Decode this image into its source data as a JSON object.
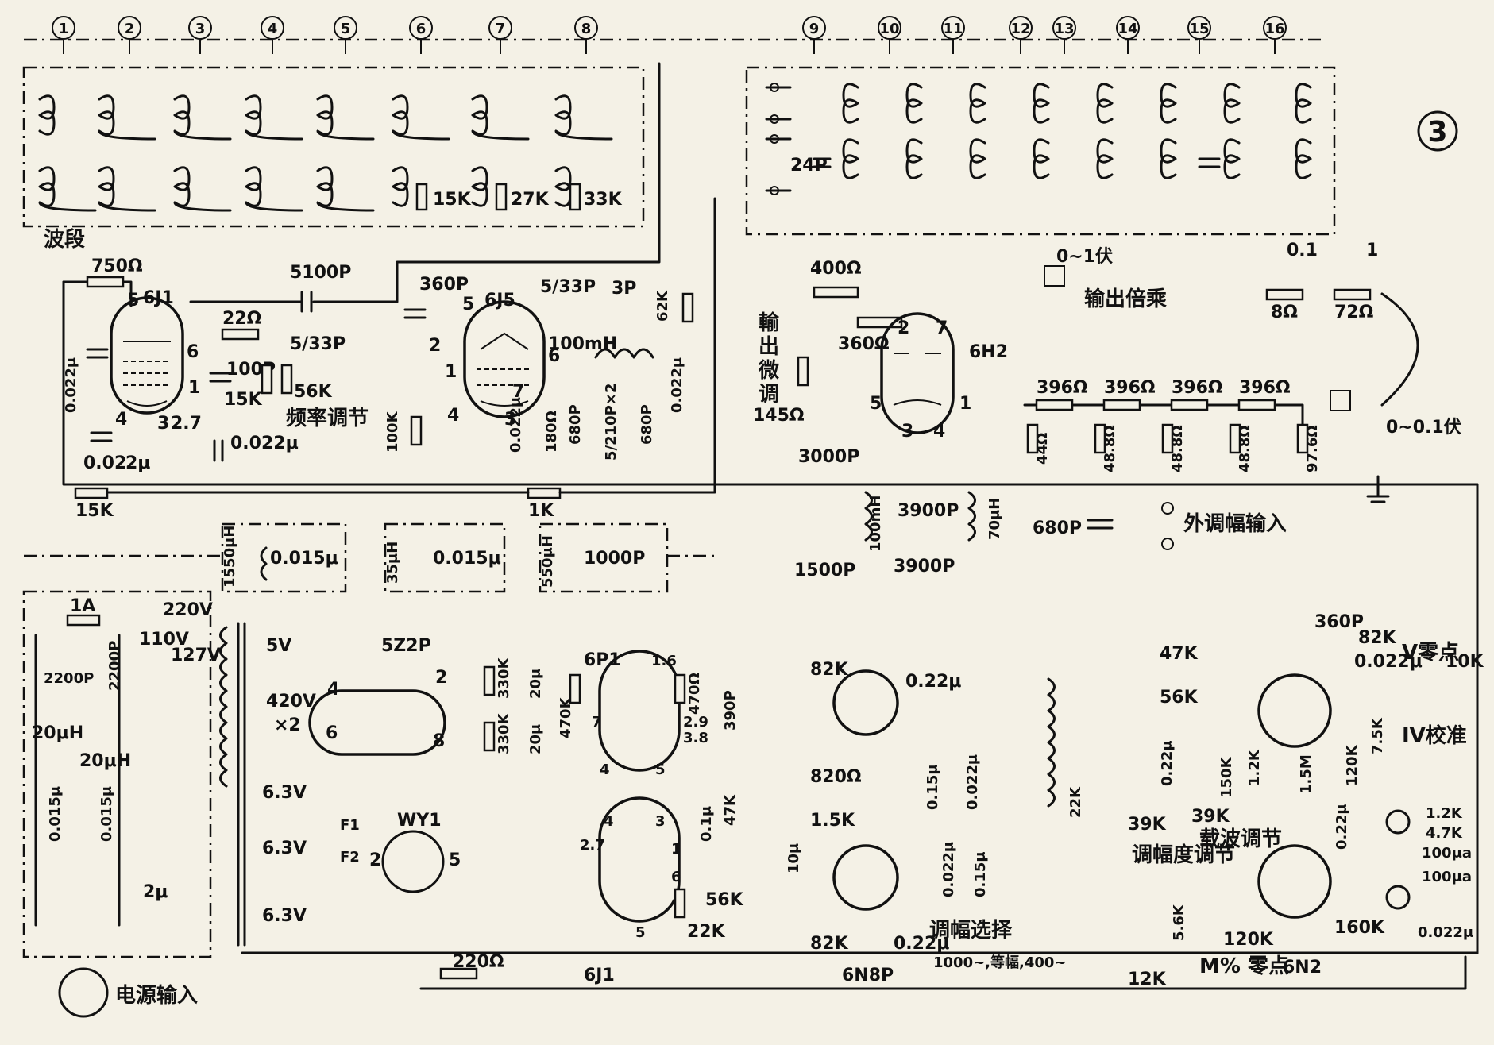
{
  "figure_number": "3",
  "band_numbers": [
    "1",
    "2",
    "3",
    "4",
    "5",
    "6",
    "7",
    "8",
    "9",
    "10",
    "11",
    "12",
    "13",
    "14",
    "15",
    "16"
  ],
  "band_label": "波段",
  "tubes": {
    "osc1": "6J1",
    "osc2": "6J5",
    "atten": "6H2",
    "rect": "5Z2P",
    "audio_out": "6P1",
    "audio_pre": "6J1",
    "mod": "6N8P",
    "meter": "6N2",
    "regulator": "WY1"
  },
  "labels": {
    "freq_tune": "频率调节",
    "out_mult": "输出倍乘",
    "out_fine": "输出微调",
    "out_fine_r": "145Ω",
    "ext_mod": "外调幅输入",
    "mod_depth": "调幅度调节",
    "mod_select": "调幅选择",
    "mod_select_opts": "1000~,等幅,400~",
    "carrier_adj": "载波调节",
    "m_zero": "M% 零点",
    "v_zero": "V零点",
    "iv_cal": "IV校准",
    "power_in": "电源输入",
    "range_a": "0~1伏",
    "range_b": "0~0.1伏",
    "range_c": "0.1",
    "range_d": "1"
  },
  "components": {
    "r750": "750Ω",
    "c5100": "5100P",
    "c360": "360P",
    "r22": "22Ω",
    "c100": "100P",
    "r15k_a": "15K",
    "r56k": "56K",
    "c533a": "5/33P",
    "c0022a": "0.022μ",
    "c002": "0.02",
    "c2u": "2μ",
    "c0022b": "0.022μ",
    "r15k_b": "15K",
    "r1k": "1K",
    "r15k_c": "15K",
    "r27k": "27K",
    "r33k": "33K",
    "c533b": "5/33P",
    "c3p": "3P",
    "r62k": "62K",
    "l100mh": "100mH",
    "c680a": "680P",
    "c680b": "680P",
    "c0022c": "0.022μ",
    "l5210": "5/210P×2",
    "r180": "180Ω",
    "c0022d": "0.022μ",
    "r100k": "100K",
    "c24p": "24P",
    "r400": "400Ω",
    "r360": "360Ω",
    "c3000": "3000P",
    "c1500": "1500P",
    "c3900a": "3900P",
    "c3900b": "3900P",
    "l100mh_b": "100mH",
    "l70uh": "70μH",
    "c680_ext": "680P",
    "r8": "8Ω",
    "r72": "72Ω",
    "r396_1": "396Ω",
    "r396_2": "396Ω",
    "r396_3": "396Ω",
    "r396_4": "396Ω",
    "r44": "44Ω",
    "r488_1": "48.8Ω",
    "r488_2": "48.8Ω",
    "r488_3": "48.8Ω",
    "r976": "97.6Ω",
    "l1550": "1550μH",
    "c0015a": "0.015μ",
    "l35": "35μH",
    "c0015b": "0.015μ",
    "l550": "550μH",
    "c1000": "1000P",
    "fuse": "1A",
    "v220": "220V",
    "v110": "110V",
    "v127": "127V",
    "c2200a": "2200P",
    "c2200b": "2200P",
    "l20a": "20μH",
    "l20b": "20μH",
    "c0015c": "0.015μ",
    "c0015d": "0.015μ",
    "c2u_b": "2μ",
    "v5": "5V",
    "v420": "420V",
    "x2": "×2",
    "v63a": "6.3V",
    "v63b": "6.3V",
    "v63c": "6.3V",
    "r330a": "330K",
    "r330b": "330K",
    "c20a": "20μ",
    "c20b": "20μ",
    "r470k": "470K",
    "r470": "470Ω",
    "c390": "390P",
    "r47k": "47K",
    "c01": "0.1μ",
    "c10u": "10μ",
    "r56k_b": "56K",
    "r22k": "22K",
    "r220": "220Ω",
    "r82k_a": "82K",
    "c022a": "0.22μ",
    "r820": "820Ω",
    "r15k_d": "1.5K",
    "r82k_b": "82K",
    "c022b": "0.22μ",
    "c015a": "0.15μ",
    "c0022e": "0.022μ",
    "c0022f": "0.022μ",
    "c015b": "0.15μ",
    "r22k_b": "22K",
    "r47k_b": "47K",
    "r56k_c": "56K",
    "c0022g": "0.22μ",
    "r39k_a": "39K",
    "r39k_b": "39K",
    "r150k": "150K",
    "r12k": "1.2K",
    "r15m": "1.5M",
    "c360_b": "360P",
    "r82k_c": "82K",
    "c0022h": "0.022μ",
    "r10k": "10K",
    "r75k": "7.5K",
    "r120k_a": "120K",
    "c022c": "0.22μ",
    "r12k_b": "1.2K",
    "r47k_c": "4.7K",
    "m100a": "100μa",
    "m100b": "100μa",
    "c0022i": "0.022μ",
    "r160k": "160K",
    "r120k_b": "120K",
    "r56k_d": "5.6K",
    "r12k_c": "12K",
    "pin_f1": "F1",
    "pin_f2": "F2"
  }
}
